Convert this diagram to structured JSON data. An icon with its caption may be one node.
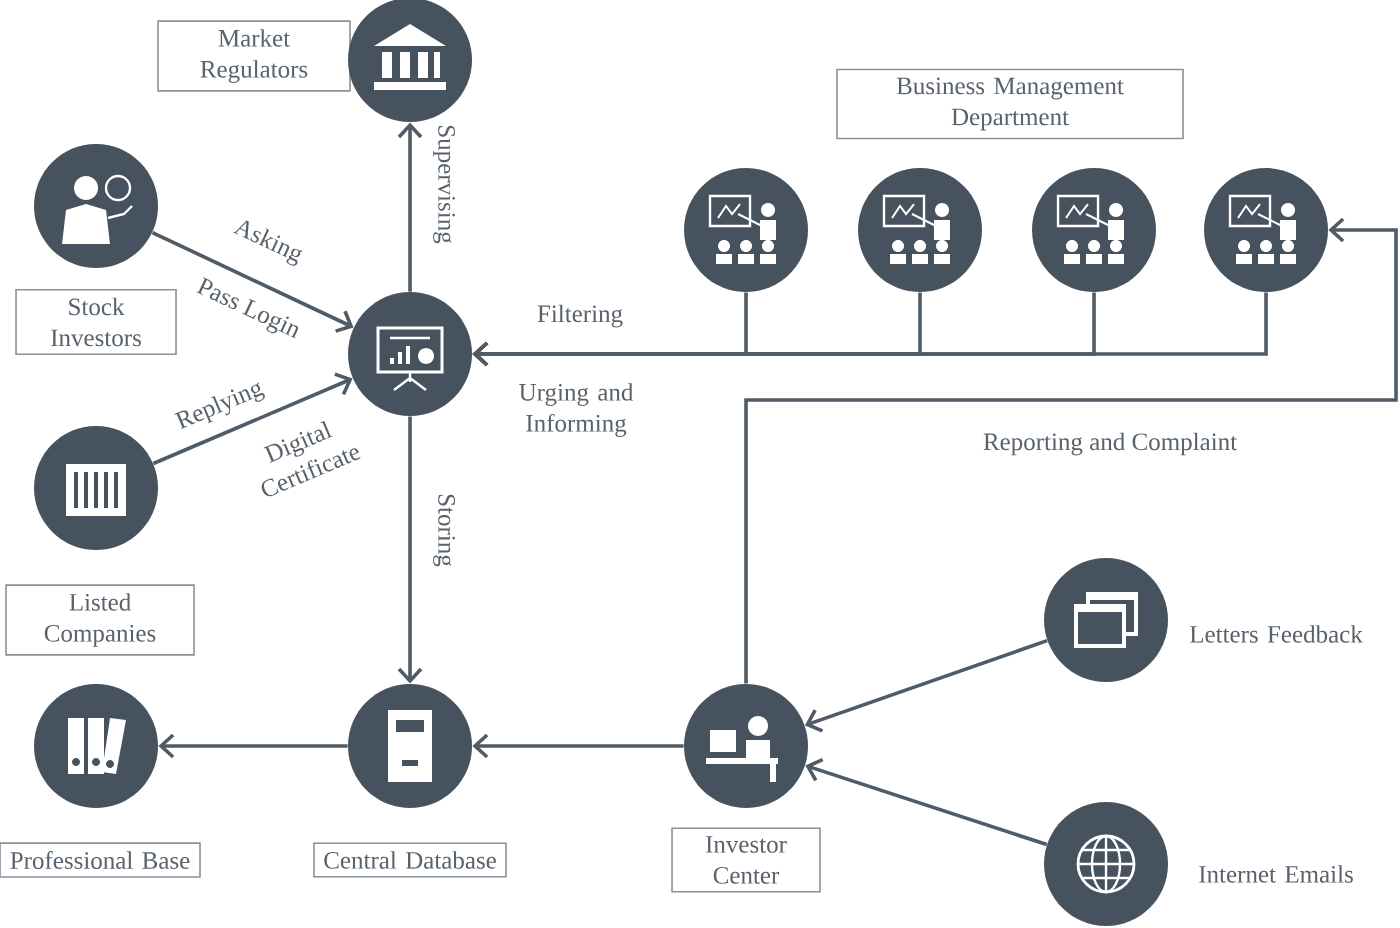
{
  "diagram": {
    "nodes": [
      {
        "text": [
          "Market Regulators"
        ]
      },
      {
        "text": [],
        "shape": "circle"
      },
      {
        "text": [
          "Business Management Department"
        ]
      },
      {
        "text": [],
        "shape": "circle"
      },
      {
        "text": [],
        "shape": "circle"
      },
      {
        "text": [],
        "shape": "circle"
      },
      {
        "text": [],
        "shape": "circle"
      },
      {
        "text": [],
        "shape": "circle"
      },
      {
        "text": [
          "Stock Investors"
        ]
      },
      {
        "text": [],
        "shape": "circle"
      },
      {
        "text": [],
        "shape": "circle"
      },
      {
        "text": [
          "Listed Companies"
        ]
      },
      {
        "text": [],
        "shape": "circle",
        "beside": [
          "Letters Feedback"
        ]
      },
      {
        "text": [],
        "shape": "circle"
      },
      {
        "text": [],
        "shape": "circle"
      },
      {
        "text": [],
        "shape": "circle"
      },
      {
        "text": [],
        "shape": "circle",
        "beside": [
          "Internet Emails"
        ]
      },
      {
        "text": [
          "Professional Base"
        ]
      },
      {
        "text": [
          "Central Database"
        ]
      },
      {
        "text": [
          "Investor Center"
        ]
      }
    ],
    "edges": [
      {
        "from": 7,
        "to": 9,
        "arrow": "to",
        "label": "Asking"
      },
      {
        "from": 10,
        "to": 9,
        "arrow": "to",
        "label": "Replying"
      },
      {
        "from": 9,
        "to": 1,
        "arrow": "to",
        "label": "Supervising"
      },
      {
        "from": 3,
        "to": 9,
        "arrow": "to",
        "label": "Filtering"
      },
      {
        "from": 4,
        "to": 9,
        "arrow": "to"
      },
      {
        "from": 5,
        "to": 9,
        "arrow": "to"
      },
      {
        "from": 6,
        "to": 9,
        "arrow": "to"
      },
      {
        "from": 9,
        "to": 14,
        "arrow": "to",
        "label": "Storing"
      },
      {
        "from": 15,
        "to": 6,
        "arrow": "to",
        "label": "Reporting and Complaint"
      },
      {
        "from": 15,
        "to": 14,
        "arrow": "to"
      },
      {
        "from": 14,
        "to": 13,
        "arrow": "to"
      },
      {
        "from": 12,
        "to": 15,
        "arrow": "to"
      },
      {
        "from": 16,
        "to": 15,
        "arrow": "to"
      }
    ],
    "labels": [
      "Pass Login",
      "Digital Certificate",
      "Urging and Informing"
    ]
  }
}
